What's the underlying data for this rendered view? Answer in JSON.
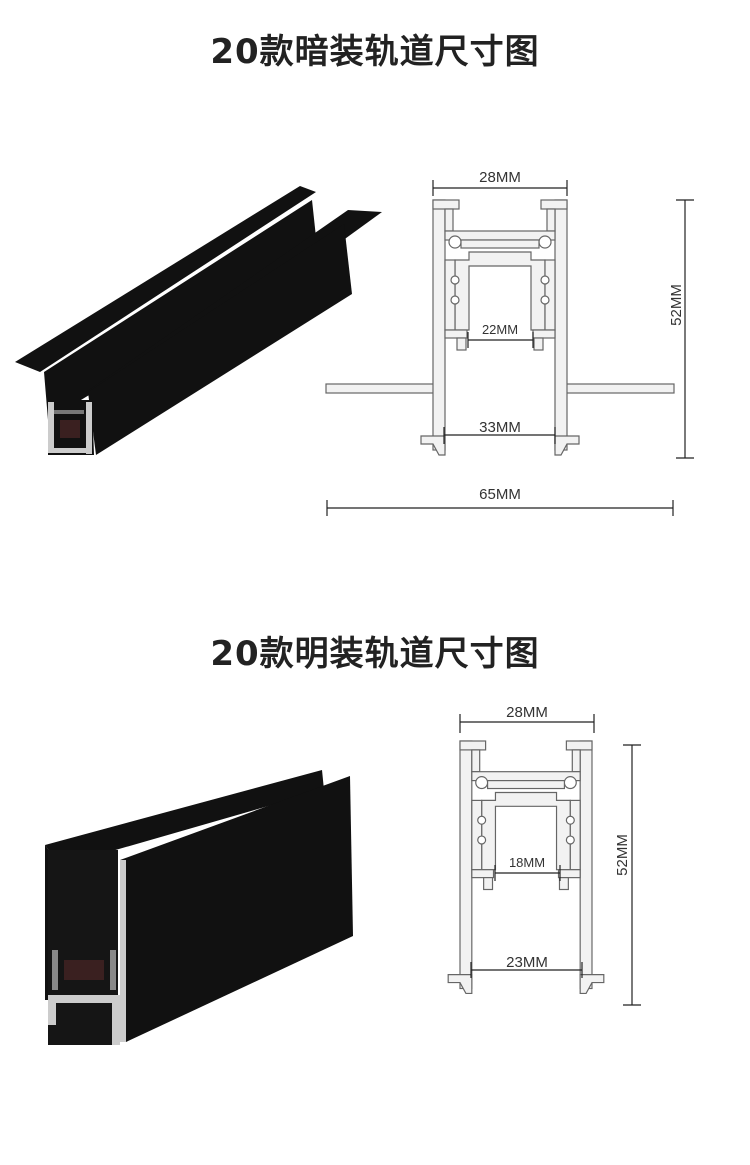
{
  "sections": [
    {
      "title": "20款暗装轨道尺寸图",
      "dimensions": {
        "top_width": "28MM",
        "inner_width": "22MM",
        "bottom_width": "33MM",
        "height": "52MM",
        "total_width": "65MM"
      }
    },
    {
      "title": "20款明装轨道尺寸图",
      "dimensions": {
        "top_width": "28MM",
        "inner_width": "18MM",
        "bottom_width": "23MM",
        "height": "52MM"
      }
    }
  ],
  "colors": {
    "track": "#111111",
    "profile_fill": "#f2f2f2",
    "profile_stroke": "#666666"
  }
}
